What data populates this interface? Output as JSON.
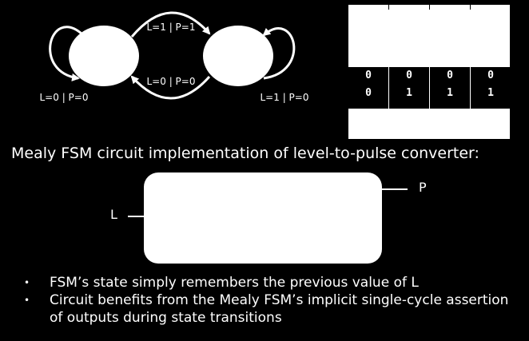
{
  "fsm": {
    "transitions": {
      "top": "L=1 | P=1",
      "bottom": "L=0 | P=0",
      "left_loop": "L=0 | P=0",
      "right_loop": "L=1 | P=0"
    }
  },
  "table": {
    "rows": [
      [
        "0",
        "0",
        "0",
        "0"
      ],
      [
        "0",
        "1",
        "1",
        "1"
      ]
    ]
  },
  "heading": "Mealy FSM circuit implementation of level-to-pulse converter:",
  "circuit": {
    "input_label": "L",
    "output_label": "P"
  },
  "bullets": [
    "FSM’s state simply remembers the previous value of L",
    "Circuit benefits from the Mealy FSM’s implicit single-cycle assertion of outputs during state transitions"
  ]
}
